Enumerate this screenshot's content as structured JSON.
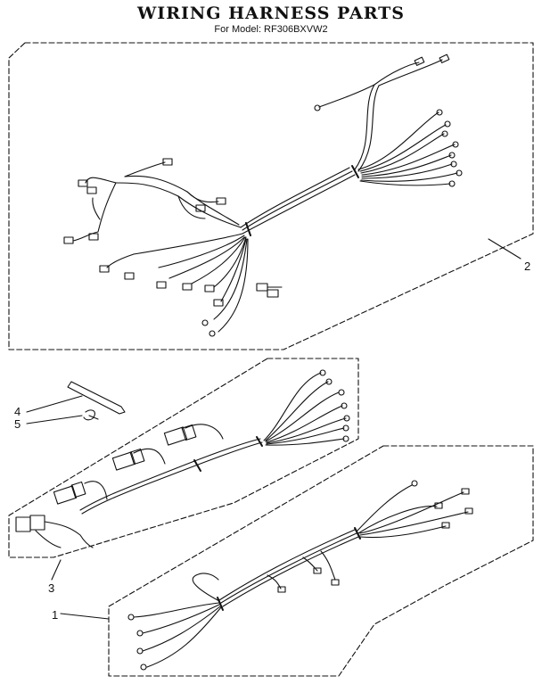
{
  "header": {
    "title": "WIRING HARNESS PARTS",
    "subtitle": "For Model: RF306BXVW2"
  },
  "callouts": [
    {
      "id": "callout-1",
      "label": "1"
    },
    {
      "id": "callout-2",
      "label": "2"
    },
    {
      "id": "callout-3",
      "label": "3"
    },
    {
      "id": "callout-4",
      "label": "4"
    },
    {
      "id": "callout-5",
      "label": "5"
    }
  ],
  "colors": {
    "line": "#111111",
    "background": "#ffffff"
  }
}
